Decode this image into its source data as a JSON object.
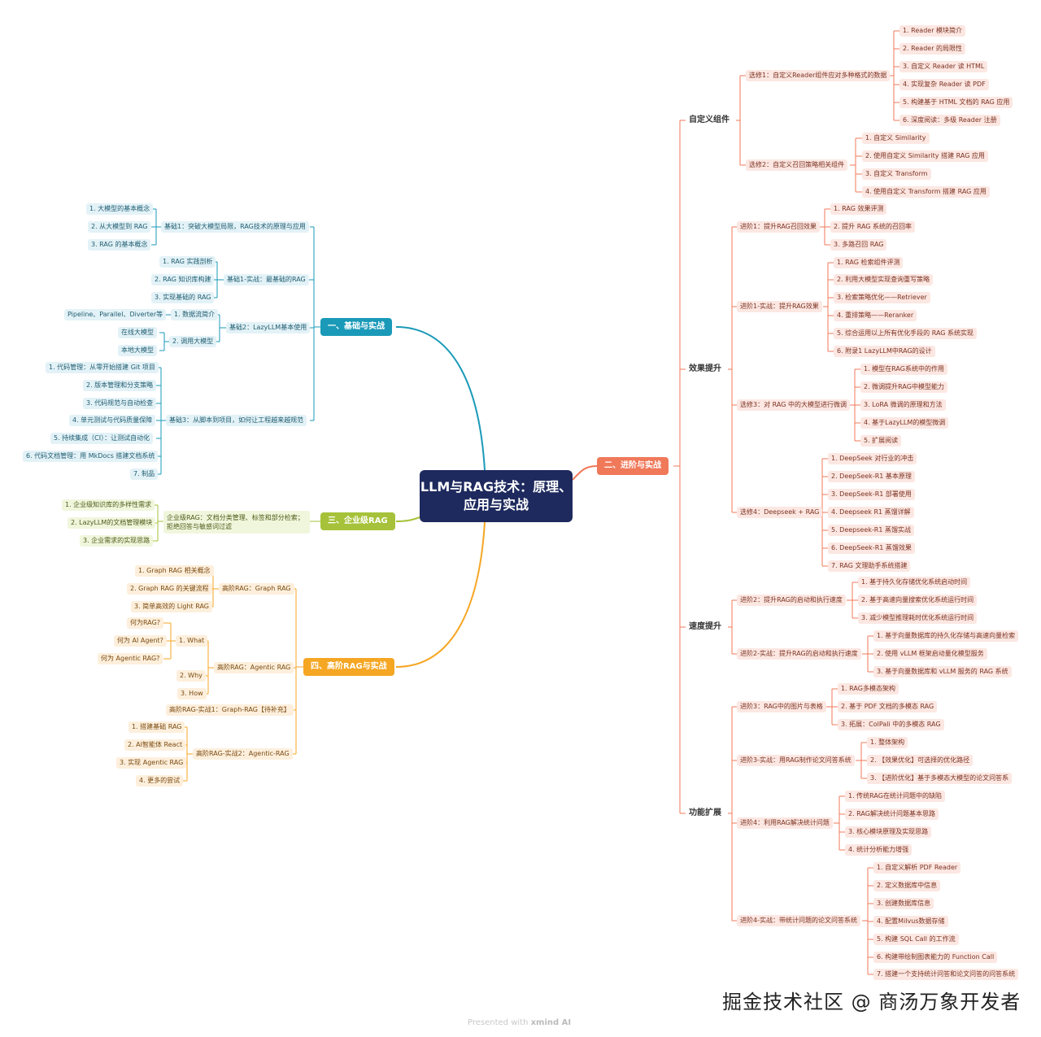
{
  "root": "LLM与RAG技术：原理、应用与实战",
  "branches": {
    "b1": "一、基础与实战",
    "b2": "二、进阶与实战",
    "b3": "三、企业级RAG",
    "b4": "四、高阶RAG与实战"
  },
  "b1": {
    "s1": {
      "label": "基础1：突破大模型局限，RAG技术的原理与应用",
      "items": [
        "1. 大模型的基本概念",
        "2. 从大模型到 RAG",
        "3. RAG 的基本概念"
      ]
    },
    "s2": {
      "label": "基础1-实战：最基础的RAG",
      "items": [
        "1. RAG 实践剖析",
        "2. RAG 知识库构建",
        "3. 实现基础的 RAG"
      ]
    },
    "s3": {
      "label": "基础2：LazyLLM基本使用",
      "a": "1. 数据流简介",
      "a_items": [
        "Pipeline、Parallel、Diverter等"
      ],
      "b": "2. 调用大模型",
      "b_items": [
        "在线大模型",
        "本地大模型"
      ]
    },
    "s4": {
      "label": "基础3：从脚本到项目，如何让工程越来越规范",
      "items": [
        "1. 代码管理：从零开始搭建 Git 项目",
        "2. 版本管理和分支策略",
        "3. 代码规范与自动检查",
        "4. 单元测试与代码质量保障",
        "5. 持续集成（CI）：让测试自动化",
        "6. 代码文档管理：用 MkDocs 搭建文档系统",
        "7. 制品"
      ]
    }
  },
  "b3": {
    "label": "企业级RAG：文档分类管理、标签和部分检索；拒绝回答与敏感词过滤",
    "items": [
      "1. 企业级知识库的多样性需求",
      "2. LazyLLM的文档管理模块",
      "3. 企业需求的实现思路"
    ]
  },
  "b4": {
    "s1": {
      "label": "高阶RAG：Graph RAG",
      "items": [
        "1. Graph RAG 相关概念",
        "2. Graph RAG 的关键流程",
        "3. 简单高效的 Light RAG"
      ]
    },
    "s2": {
      "label": "高阶RAG：Agentic RAG",
      "what": "1. What",
      "what_items": [
        "何为RAG?",
        "何为 AI Agent?",
        "何为 Agentic RAG?"
      ],
      "why": "2. Why",
      "how": "3. How"
    },
    "s3": {
      "label": "高阶RAG-实战1：Graph-RAG【待补充】"
    },
    "s4": {
      "label": "高阶RAG-实战2：Agentic-RAG",
      "items": [
        "1. 搭建基础 RAG",
        "2. AI智能体 React",
        "3. 实现 Agentic RAG",
        "4. 更多的尝试"
      ]
    }
  },
  "b2": {
    "cats": [
      "自定义组件",
      "效果提升",
      "速度提升",
      "功能扩展"
    ],
    "c1": [
      {
        "label": "选修1：自定义Reader组件应对多种格式的数据",
        "items": [
          "1. Reader 模块简介",
          "2. Reader 的局限性",
          "3. 自定义 Reader 读 HTML",
          "4. 实现复杂 Reader 读 PDF",
          "5. 构建基于 HTML 文档的 RAG 应用",
          "6. 深度阅读：多级 Reader 注册"
        ]
      },
      {
        "label": "选修2：自定义召回策略相关组件",
        "items": [
          "1. 自定义 Similarity",
          "2. 使用自定义 Similarity 搭建 RAG 应用",
          "3. 自定义 Transform",
          "4. 使用自定义 Transform 搭建 RAG 应用"
        ]
      }
    ],
    "c2": [
      {
        "label": "进阶1：提升RAG召回效果",
        "items": [
          "1. RAG 效果评测",
          "2. 提升 RAG 系统的召回率",
          "3. 多路召回 RAG"
        ]
      },
      {
        "label": "进阶1-实战：提升RAG效果",
        "items": [
          "1. RAG 检索组件评测",
          "2. 利用大模型实现查询重写策略",
          "3. 检索策略优化——Retriever",
          "4. 重排策略——Reranker",
          "5. 综合运用以上所有优化手段的 RAG 系统实现",
          "6. 附录1 LazyLLM中RAG的设计"
        ]
      },
      {
        "label": "选修3：对 RAG 中的大模型进行微调",
        "items": [
          "1. 模型在RAG系统中的作用",
          "2. 微调提升RAG中模型能力",
          "3. LoRA 微调的原理和方法",
          "4. 基于LazyLLM的模型微调",
          "5. 扩展阅读"
        ]
      },
      {
        "label": "选修4：Deepseek + RAG",
        "items": [
          "1. DeepSeek 对行业的冲击",
          "2. DeepSeek-R1 基本原理",
          "3. DeepSeek-R1 部署使用",
          "4. Deepseek R1 蒸馏详解",
          "5. Deepseek-R1 蒸馏实战",
          "6. DeepSeek-R1 蒸馏效果",
          "7. RAG 文理助手系统搭建"
        ]
      }
    ],
    "c3": [
      {
        "label": "进阶2：提升RAG的启动和执行速度",
        "items": [
          "1. 基于持久化存储优化系统启动时间",
          "2. 基于高速向量搜索优化系统运行时间",
          "3. 减少模型推理耗时优化系统运行时间"
        ]
      },
      {
        "label": "进阶2-实战：提升RAG的启动和执行速度",
        "items": [
          "1. 基于向量数据库的持久化存储与高速向量检索",
          "2. 使用 vLLM 框架启动量化模型服务",
          "3. 基于向量数据库和 vLLM 服务的 RAG 系统"
        ]
      }
    ],
    "c4": [
      {
        "label": "进阶3：RAG中的图片与表格",
        "items": [
          "1. RAG多模态架构",
          "2. 基于 PDF 文档的多模态 RAG",
          "3. 拓展：ColPali 中的多模态 RAG"
        ]
      },
      {
        "label": "进阶3-实战：用RAG制作论文问答系统",
        "items": [
          "1. 整体架构",
          "2. 【效果优化】可选择的优化路径",
          "3. 【进阶优化】基于多模态大模型的论文问答系"
        ]
      },
      {
        "label": "进阶4：利用RAG解决统计问题",
        "items": [
          "1. 传统RAG在统计问题中的缺陷",
          "2. RAG解决统计问题基本思路",
          "3. 核心模块原理及实现思路",
          "4. 统计分析能力增强"
        ]
      },
      {
        "label": "进阶4-实战：带统计问题的论文问答系统",
        "items": [
          "1. 自定义解析 PDF Reader",
          "2. 定义数据库中信息",
          "3. 创建数据库信息",
          "4. 配置Milvus数据存储",
          "5. 构建 SQL Call 的工作流",
          "6. 构建带绘制图表能力的 Function Call",
          "7. 搭建一个支持统计问答和论文问答的问答系统"
        ]
      }
    ]
  },
  "watermark": "掘金技术社区 @ 商汤万象开发者",
  "footer_prefix": "Presented with",
  "footer_brand": "xmind AI",
  "colors": {
    "blue": "#1a9ab8",
    "coral": "#f0795a",
    "green": "#a6c23a",
    "orange": "#f5a623",
    "root": "#1e2a5e"
  }
}
